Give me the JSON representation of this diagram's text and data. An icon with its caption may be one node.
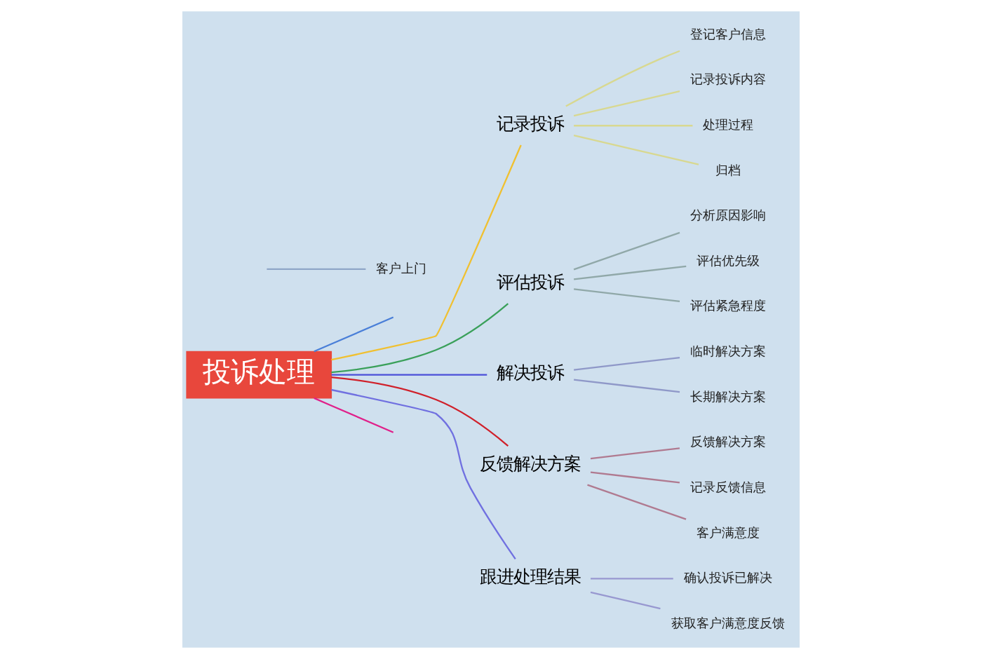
{
  "diagram": {
    "nodes": [
      {
        "text": [
          "投诉处理"
        ]
      },
      {
        "text": [
          "客户上门"
        ]
      },
      {
        "text": [
          "记录投诉"
        ]
      },
      {
        "text": [
          "登记客户信息"
        ]
      },
      {
        "text": [
          "记录投诉内容"
        ]
      },
      {
        "text": [
          "处理过程"
        ]
      },
      {
        "text": [
          "归档"
        ]
      },
      {
        "text": [
          "评估投诉"
        ]
      },
      {
        "text": [
          "分析原因影响"
        ]
      },
      {
        "text": [
          "评估优先级"
        ]
      },
      {
        "text": [
          "评估紧急程度"
        ]
      },
      {
        "text": [
          "解决投诉"
        ]
      },
      {
        "text": [
          "临时解决方案"
        ]
      },
      {
        "text": [
          "长期解决方案"
        ]
      },
      {
        "text": [
          "反馈解决方案"
        ]
      },
      {
        "text": [
          "反馈解决方案"
        ]
      },
      {
        "text": [
          "记录反馈信息"
        ]
      },
      {
        "text": [
          "客户满意度"
        ]
      },
      {
        "text": [
          "跟进处理结果"
        ]
      },
      {
        "text": [
          "确认投诉已解决"
        ]
      },
      {
        "text": [
          "获取客户满意度反馈"
        ]
      }
    ],
    "edges": [
      {
        "from": 0,
        "to": null,
        "arrow": "none",
        "color": "#4a7fd8"
      },
      {
        "from": null,
        "to": 1,
        "arrow": "none",
        "color": "#8fa6c8"
      },
      {
        "from": 0,
        "to": 2,
        "arrow": "none",
        "color": "#f0c030"
      },
      {
        "from": 2,
        "to": 3,
        "arrow": "none",
        "color": "#d8d890"
      },
      {
        "from": 2,
        "to": 4,
        "arrow": "none",
        "color": "#d8d890"
      },
      {
        "from": 2,
        "to": 5,
        "arrow": "none",
        "color": "#d8d890"
      },
      {
        "from": 2,
        "to": 6,
        "arrow": "none",
        "color": "#d8d890"
      },
      {
        "from": 0,
        "to": 7,
        "arrow": "none",
        "color": "#3aa05a"
      },
      {
        "from": 7,
        "to": 8,
        "arrow": "none",
        "color": "#90a8a8"
      },
      {
        "from": 7,
        "to": 9,
        "arrow": "none",
        "color": "#90a8a8"
      },
      {
        "from": 7,
        "to": 10,
        "arrow": "none",
        "color": "#90a8a8"
      },
      {
        "from": 0,
        "to": 11,
        "arrow": "none",
        "color": "#4b4fd8"
      },
      {
        "from": 11,
        "to": 12,
        "arrow": "none",
        "color": "#8f98c8"
      },
      {
        "from": 11,
        "to": 13,
        "arrow": "none",
        "color": "#8f98c8"
      },
      {
        "from": 0,
        "to": 14,
        "arrow": "none",
        "color": "#d0202a"
      },
      {
        "from": 14,
        "to": 15,
        "arrow": "none",
        "color": "#b07a90"
      },
      {
        "from": 14,
        "to": 16,
        "arrow": "none",
        "color": "#b07a90"
      },
      {
        "from": 14,
        "to": 17,
        "arrow": "none",
        "color": "#b07a90"
      },
      {
        "from": 0,
        "to": 18,
        "arrow": "none",
        "color": "#7070e0"
      },
      {
        "from": 18,
        "to": 19,
        "arrow": "none",
        "color": "#9898d0"
      },
      {
        "from": 18,
        "to": 20,
        "arrow": "none",
        "color": "#9898d0"
      },
      {
        "from": 0,
        "to": null,
        "arrow": "none",
        "color": "#e0208a"
      }
    ]
  }
}
